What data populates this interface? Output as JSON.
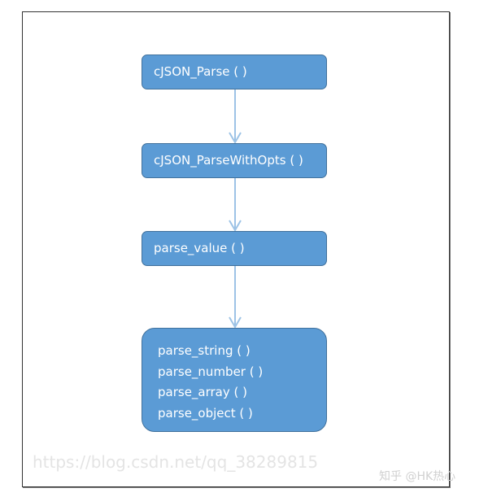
{
  "nodes": [
    {
      "label": "cJSON_Parse ( )"
    },
    {
      "label": "cJSON_ParseWithOpts ( )"
    },
    {
      "label": "parse_value ( )"
    },
    {
      "lines": [
        "parse_string ( )",
        "parse_number ( )",
        "parse_array ( )",
        "parse_object ( )"
      ]
    }
  ],
  "colors": {
    "node_fill": "#5b9bd5",
    "node_border": "#41719c",
    "arrow": "#9dc3e6"
  },
  "watermark": {
    "url": "https://blog.csdn.net/qq_38289815",
    "credit": "知乎 @HK热心"
  }
}
